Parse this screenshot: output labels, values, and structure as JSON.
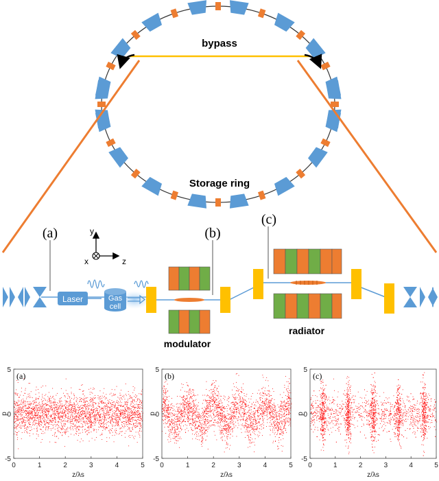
{
  "ring": {
    "bypass_label": "bypass",
    "storage_ring_label": "Storage ring"
  },
  "layout_diagram": {
    "callouts": [
      "(a)",
      "(b)",
      "(c)"
    ],
    "axes": {
      "y": "y",
      "x": "x",
      "z": "z"
    },
    "laser_label": "Laser",
    "gas_cell_label": [
      "Gas",
      "cell"
    ],
    "modulator_label": "modulator",
    "radiator_label": "radiator"
  },
  "colors": {
    "magnet_blue": "#5b9bd5",
    "corrector_orange": "#ed7d31",
    "bypass_yellow": "#ffc000",
    "undulator_green": "#70ad47",
    "particle_red": "#ff0000"
  },
  "chart_data": [
    {
      "type": "scatter",
      "panel_label": "(a)",
      "xlabel": "z/λs",
      "ylabel": "p",
      "xlim": [
        0,
        5
      ],
      "ylim": [
        -5,
        5
      ],
      "xticks": [
        "0",
        "1",
        "2",
        "3",
        "4",
        "5"
      ],
      "yticks": [
        "5",
        "0",
        "-5"
      ],
      "bunching": "none",
      "momentum_spread": 2.1
    },
    {
      "type": "scatter",
      "panel_label": "(b)",
      "xlabel": "z/λs",
      "ylabel": "p",
      "xlim": [
        0,
        5
      ],
      "ylim": [
        -5,
        5
      ],
      "xticks": [
        "0",
        "1",
        "2",
        "3",
        "4",
        "5"
      ],
      "yticks": [
        "5",
        "0",
        "-5"
      ],
      "bunching": "energy modulation, period 1",
      "momentum_spread": 2.3
    },
    {
      "type": "scatter",
      "panel_label": "(c)",
      "xlabel": "z/λs",
      "ylabel": "p",
      "xlim": [
        0,
        5
      ],
      "ylim": [
        -5,
        5
      ],
      "xticks": [
        "0",
        "1",
        "2",
        "3",
        "4",
        "5"
      ],
      "yticks": [
        "5",
        "0",
        "-5"
      ],
      "bunching": "microbunches at z = 0.5, 1.5, 2.5, 3.5, 4.5",
      "momentum_spread": 3.8
    }
  ]
}
